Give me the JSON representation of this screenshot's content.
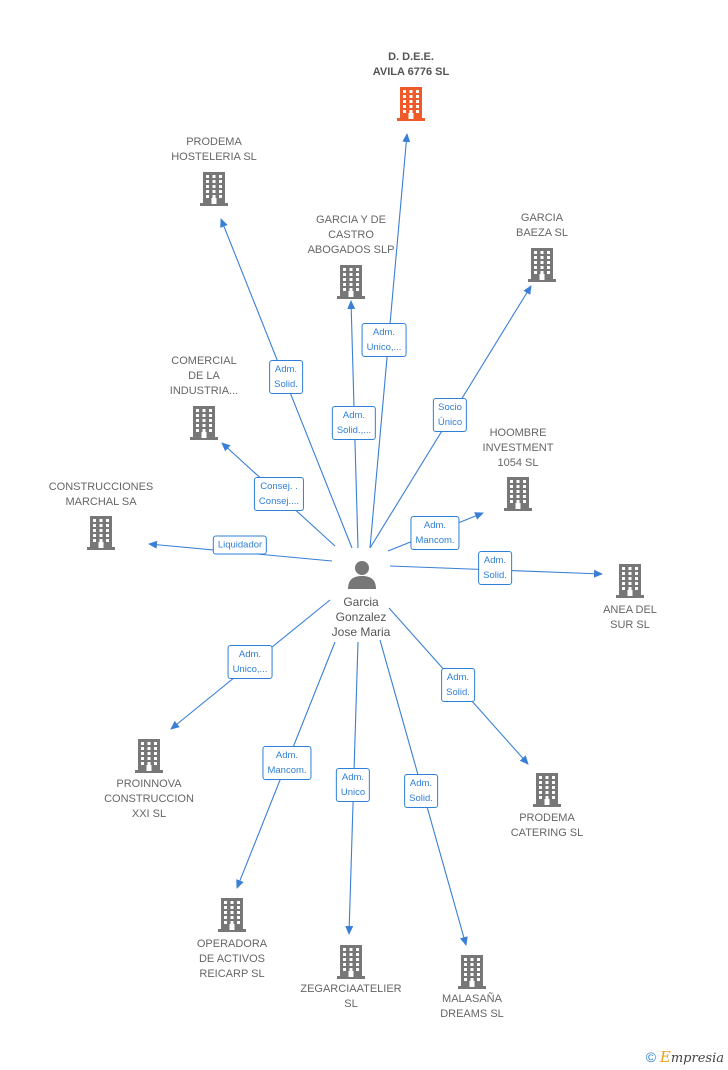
{
  "center": {
    "name_lines": [
      "Garcia",
      "Gonzalez",
      "Jose Maria"
    ],
    "icon": "person-icon"
  },
  "companies": [
    {
      "id": "ddee-avila",
      "lines": [
        "D. D.E.E.",
        "AVILA 6776  SL"
      ],
      "highlight": true,
      "relation_lines": [
        "Adm.",
        "Unico,..."
      ]
    },
    {
      "id": "prodema-hosteleria",
      "lines": [
        "PRODEMA",
        "HOSTELERIA SL"
      ],
      "highlight": false,
      "relation_lines": [
        "Adm.",
        "Solid."
      ]
    },
    {
      "id": "garcia-castro",
      "lines": [
        "GARCIA Y DE",
        "CASTRO",
        "ABOGADOS  SLP"
      ],
      "highlight": false,
      "relation_lines": [
        "Adm.",
        "Solid.,..."
      ]
    },
    {
      "id": "garcia-baeza",
      "lines": [
        "GARCIA",
        "BAEZA  SL"
      ],
      "highlight": false,
      "relation_lines": [
        "Socio",
        "Único"
      ]
    },
    {
      "id": "comercial-industria",
      "lines": [
        "COMERCIAL",
        "DE LA",
        "INDUSTRIA..."
      ],
      "highlight": false,
      "relation_lines": [
        "Consej. .",
        "Consej...."
      ]
    },
    {
      "id": "hoombre",
      "lines": [
        "HOOMBRE",
        "INVESTMENT",
        "1054  SL"
      ],
      "highlight": false,
      "relation_lines": [
        "Adm.",
        "Mancom."
      ]
    },
    {
      "id": "construcciones-marchal",
      "lines": [
        "CONSTRUCCIONES",
        "MARCHAL SA"
      ],
      "highlight": false,
      "relation_lines": [
        "Liquidador"
      ]
    },
    {
      "id": "anea-sur",
      "lines": [
        "ANEA DEL",
        "SUR  SL"
      ],
      "highlight": false,
      "relation_lines": [
        "Adm.",
        "Solid."
      ]
    },
    {
      "id": "proinnova",
      "lines": [
        "PROINNOVA",
        "CONSTRUCCION",
        "XXI  SL"
      ],
      "highlight": false,
      "relation_lines": [
        "Adm.",
        "Unico,..."
      ]
    },
    {
      "id": "prodema-catering",
      "lines": [
        "PRODEMA",
        "CATERING SL"
      ],
      "highlight": false,
      "relation_lines": [
        "Adm.",
        "Solid."
      ]
    },
    {
      "id": "operadora",
      "lines": [
        "OPERADORA",
        "DE ACTIVOS",
        "REICARP  SL"
      ],
      "highlight": false,
      "relation_lines": [
        "Adm.",
        "Mancom."
      ]
    },
    {
      "id": "zegarcia",
      "lines": [
        "ZEGARCIAATELIER",
        "SL"
      ],
      "highlight": false,
      "relation_lines": [
        "Adm.",
        "Unico"
      ]
    },
    {
      "id": "malasana",
      "lines": [
        "MALASAÑA",
        "DREAMS  SL"
      ],
      "highlight": false,
      "relation_lines": [
        "Adm.",
        "Solid."
      ]
    }
  ],
  "colors": {
    "edge": "#3a7fd6",
    "building": "#777777",
    "building_highlight": "#f05a28",
    "badge_border": "#2e7fd6",
    "badge_text": "#2e7fd6",
    "person": "#777777"
  },
  "footer": {
    "copyright": "©",
    "brand_initial": "E",
    "brand_rest": "mpresia"
  }
}
